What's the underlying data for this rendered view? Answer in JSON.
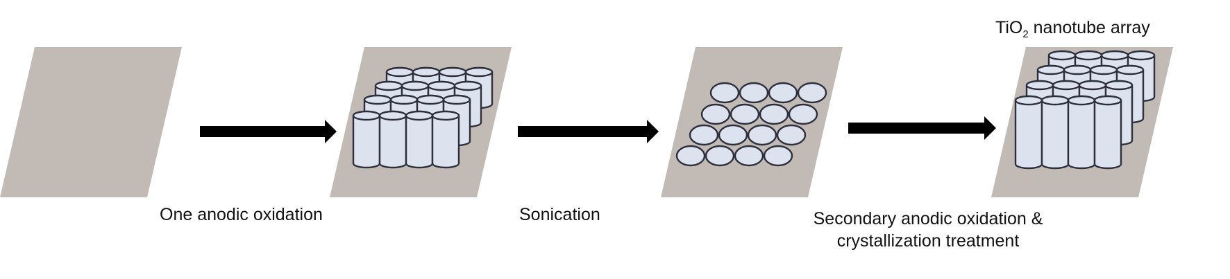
{
  "steps": {
    "one": "One anodic oxidation",
    "two": "Sonication",
    "three_line1": "Secondary anodic oxidation &",
    "three_line2": "crystallization treatment"
  },
  "product": {
    "prefix": "TiO",
    "subscript": "2",
    "suffix": " nanotube array"
  },
  "colors": {
    "substrate": "#c2bab4",
    "tube_fill": "#dce3ef",
    "outline": "#2d2f3c",
    "arrow": "#000000"
  }
}
